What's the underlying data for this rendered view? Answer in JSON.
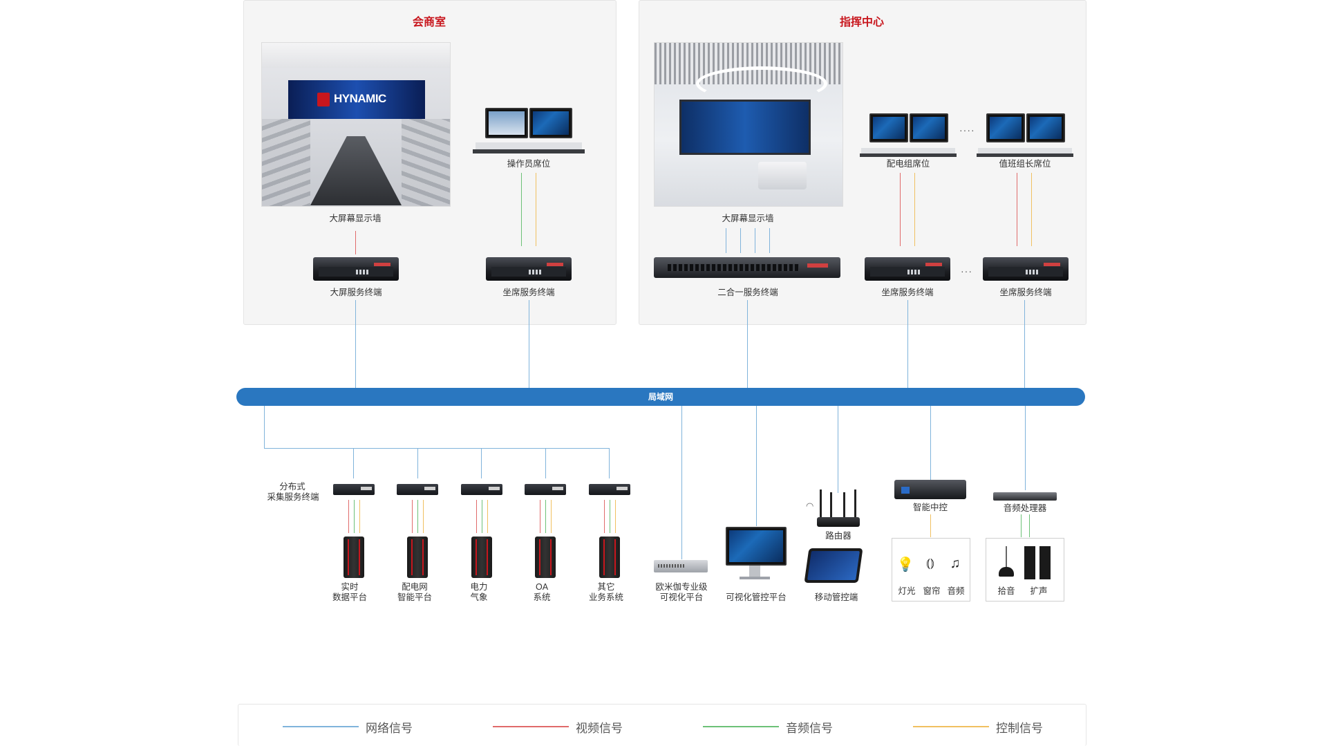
{
  "rooms": {
    "meeting": {
      "title": "会商室"
    },
    "command": {
      "title": "指挥中心"
    }
  },
  "meeting": {
    "wall_logo": "HYNAMIC",
    "wall_label": "大屏幕显示墙",
    "operator_label": "操作员席位",
    "bigscreen_terminal": "大屏服务终端",
    "seat_terminal": "坐席服务终端"
  },
  "command": {
    "wall_label": "大屏幕显示墙",
    "distribution_seat": "配电组席位",
    "shiftlead_seat": "值班组长席位",
    "combo_terminal": "二合一服务终端",
    "seat_terminal_1": "坐席服务终端",
    "seat_terminal_2": "坐席服务终端",
    "ellipsis": "····",
    "ellipsis2": "···"
  },
  "lan": {
    "label": "局域网"
  },
  "collect": {
    "label_line1": "分布式",
    "label_line2": "采集服务终端",
    "sources": [
      {
        "l1": "实时",
        "l2": "数据平台"
      },
      {
        "l1": "配电网",
        "l2": "智能平台"
      },
      {
        "l1": "电力",
        "l2": "气象"
      },
      {
        "l1": "OA",
        "l2": "系统"
      },
      {
        "l1": "其它",
        "l2": "业务系统"
      }
    ]
  },
  "platforms": {
    "omega_l1": "欧米伽专业级",
    "omega_l2": "可视化平台",
    "control_platform": "可视化管控平台",
    "router": "路由器",
    "mobile": "移动管控端",
    "smart_ctrl": "智能中控",
    "audio_proc": "音频处理器",
    "light": "灯光",
    "curtain": "窗帘",
    "audio": "音频",
    "pickup": "拾音",
    "speaker": "扩声"
  },
  "legend": [
    {
      "label": "网络信号",
      "color": "#7fb3db"
    },
    {
      "label": "视频信号",
      "color": "#e06a6a"
    },
    {
      "label": "音频信号",
      "color": "#6cc176"
    },
    {
      "label": "控制信号",
      "color": "#f0c060"
    }
  ]
}
